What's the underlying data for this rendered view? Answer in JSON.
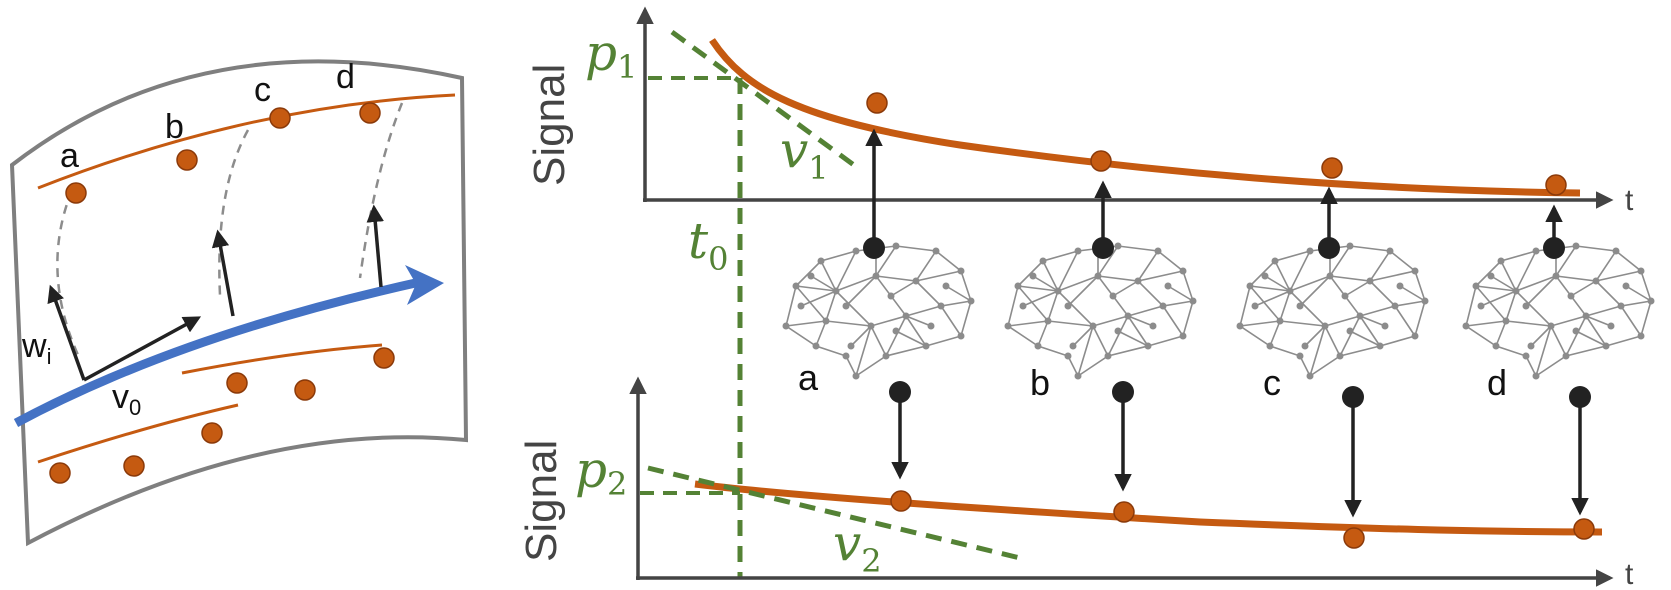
{
  "manifold": {
    "point_labels": [
      "a",
      "b",
      "c",
      "d"
    ],
    "vector_labels": {
      "w": "w",
      "w_sub": "i",
      "v": "v",
      "v_sub": "0"
    }
  },
  "top_plot": {
    "ylabel": "Signal",
    "xlabel": "t",
    "p_label": "p",
    "p_sub": "1",
    "v_label": "v",
    "v_sub": "1",
    "t_label": "t",
    "t_sub": "0"
  },
  "bottom_plot": {
    "ylabel": "Signal",
    "xlabel": "t",
    "p_label": "p",
    "p_sub": "2",
    "v_label": "v",
    "v_sub": "2"
  },
  "brains": {
    "labels": [
      "a",
      "b",
      "c",
      "d"
    ]
  },
  "colors": {
    "orange": "#c55a11",
    "blue": "#4472c4",
    "green": "#548235",
    "gray": "#7f7f7f",
    "dark": "#222222"
  }
}
